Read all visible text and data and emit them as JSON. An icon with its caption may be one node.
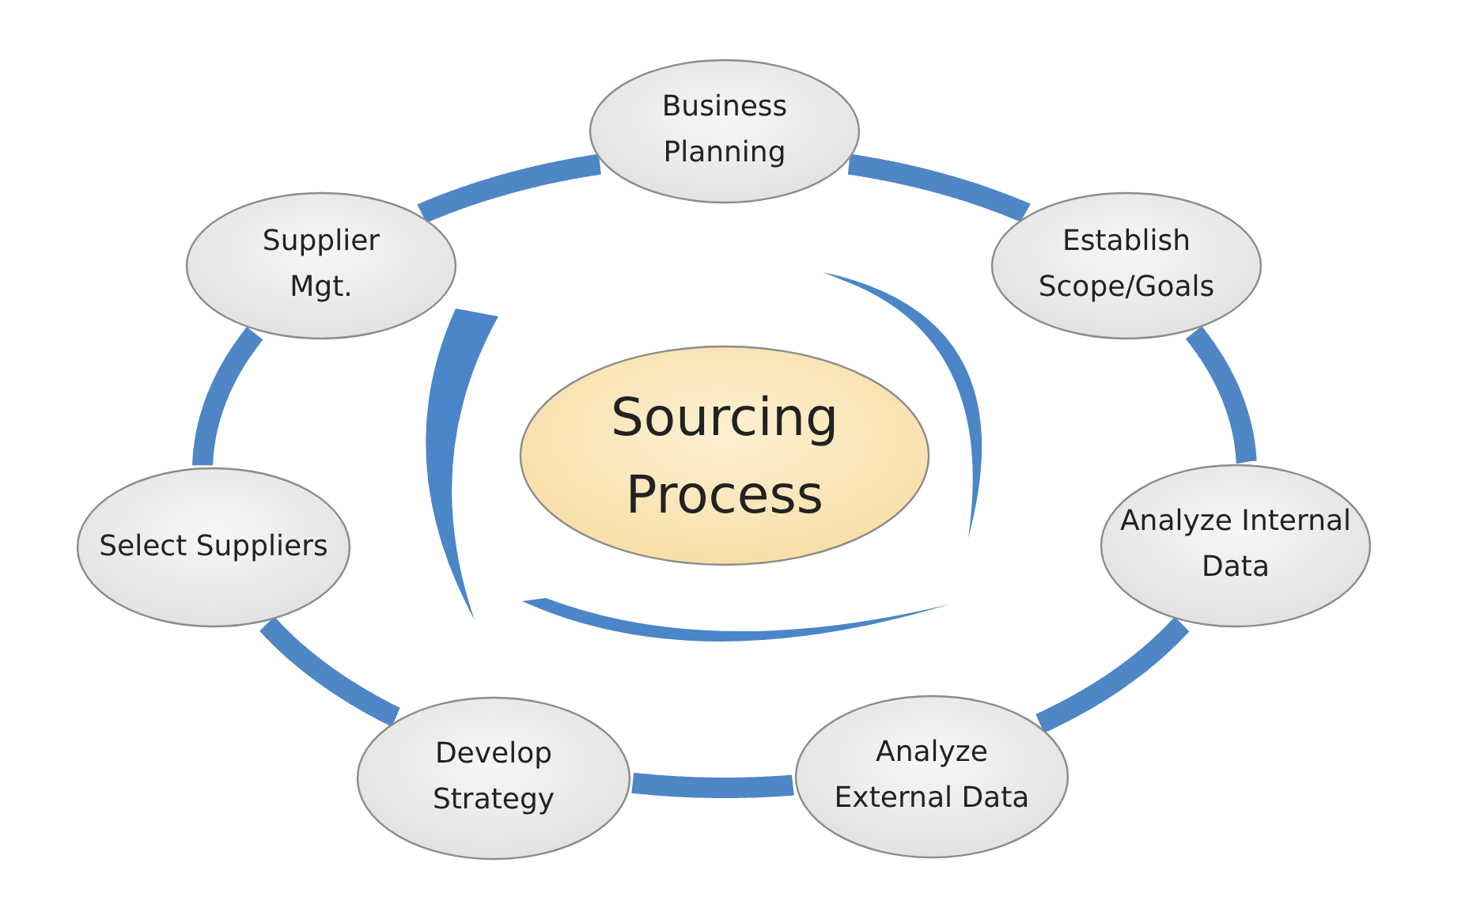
{
  "diagram": {
    "nodes": [
      {
        "text": [
          "Business Planning"
        ]
      },
      {
        "text": [
          "Establish Scope/Goals"
        ]
      },
      {
        "text": [
          "Analyze Internal Data"
        ]
      },
      {
        "text": [
          "Analyze External Data"
        ]
      },
      {
        "text": [
          "Develop Strategy"
        ]
      },
      {
        "text": [
          "Select Suppliers"
        ]
      },
      {
        "text": [
          "Supplier Mgt."
        ]
      },
      {
        "text": [
          "Sourcing Process"
        ]
      }
    ],
    "edges": [
      {
        "from": 0,
        "to": 1,
        "arrow": "none"
      },
      {
        "from": 1,
        "to": 2,
        "arrow": "none"
      },
      {
        "from": 2,
        "to": 3,
        "arrow": "none"
      },
      {
        "from": 3,
        "to": 4,
        "arrow": "none"
      },
      {
        "from": 4,
        "to": 5,
        "arrow": "none"
      },
      {
        "from": 5,
        "to": 6,
        "arrow": "none"
      },
      {
        "from": 6,
        "to": 0,
        "arrow": "none"
      }
    ]
  }
}
